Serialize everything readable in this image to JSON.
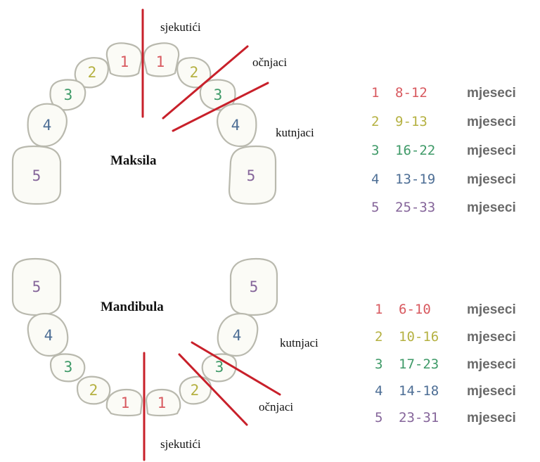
{
  "colors": {
    "1": "#d8595f",
    "2": "#b5b142",
    "3": "#3f9a68",
    "4": "#4d6e95",
    "5": "#85659a",
    "line": "#c8202a"
  },
  "maxilla": {
    "title": "Maksila",
    "labels": {
      "incisors": "sjekutići",
      "canines": "očnjaci",
      "molars": "kutnjaci"
    },
    "legend": [
      {
        "num": "1",
        "range": "8-12",
        "unit": "mjeseci"
      },
      {
        "num": "2",
        "range": "9-13",
        "unit": "mjeseci"
      },
      {
        "num": "3",
        "range": "16-22",
        "unit": "mjeseci"
      },
      {
        "num": "4",
        "range": "13-19",
        "unit": "mjeseci"
      },
      {
        "num": "5",
        "range": "25-33",
        "unit": "mjeseci"
      }
    ]
  },
  "mandible": {
    "title": "Mandibula",
    "labels": {
      "incisors": "sjekutići",
      "canines": "očnjaci",
      "molars": "kutnjaci"
    },
    "legend": [
      {
        "num": "1",
        "range": "6-10",
        "unit": "mjeseci"
      },
      {
        "num": "2",
        "range": "10-16",
        "unit": "mjeseci"
      },
      {
        "num": "3",
        "range": "17-23",
        "unit": "mjeseci"
      },
      {
        "num": "4",
        "range": "14-18",
        "unit": "mjeseci"
      },
      {
        "num": "5",
        "range": "23-31",
        "unit": "mjeseci"
      }
    ]
  }
}
